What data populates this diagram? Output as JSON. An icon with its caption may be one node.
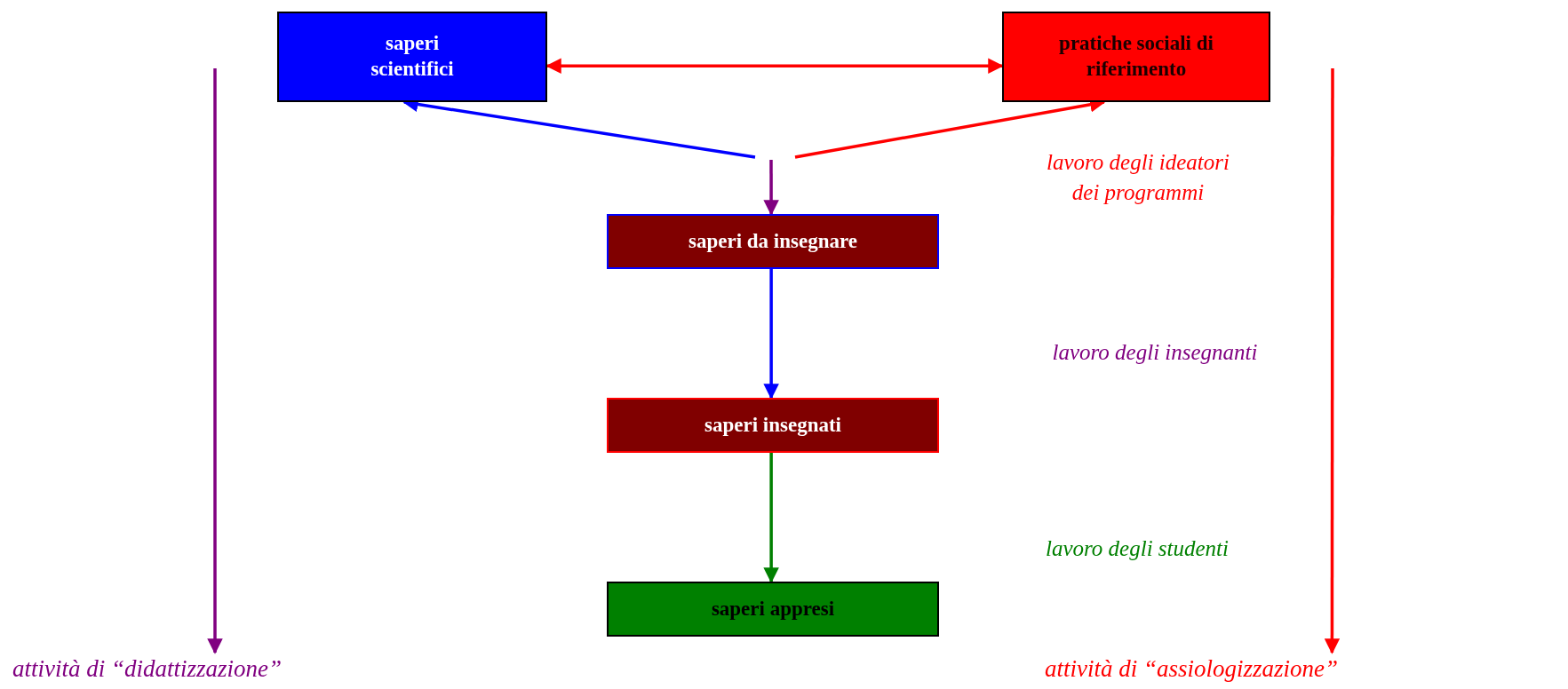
{
  "diagram": {
    "nodes": [
      {
        "text": [
          "saperi scientifici"
        ]
      },
      {
        "text": [
          "pratiche sociali di riferimento"
        ]
      },
      {
        "text": [
          "saperi da insegnare"
        ]
      },
      {
        "text": [
          "saperi insegnati"
        ]
      },
      {
        "text": [
          "saperi appresi"
        ]
      },
      {
        "text": [
          "attività di “didattizzazione”"
        ]
      },
      {
        "text": [
          "attività di “assiologizzazione”"
        ]
      }
    ],
    "edges": [
      {
        "from": 0,
        "to": 1,
        "arrow": "both"
      },
      {
        "from": null,
        "to": 0,
        "arrow": "to",
        "color": "#0000ff"
      },
      {
        "from": null,
        "to": 1,
        "arrow": "to"
      },
      {
        "from": null,
        "to": 2,
        "arrow": "to",
        "color": "#800080"
      },
      {
        "from": 2,
        "to": 3,
        "arrow": "to",
        "color": "#0000ff"
      },
      {
        "from": 3,
        "to": 4,
        "arrow": "to",
        "color": "#008000"
      },
      {
        "from": null,
        "to": 5,
        "arrow": "to",
        "color": "#800080"
      },
      {
        "from": null,
        "to": 6,
        "arrow": "to"
      }
    ],
    "labels": [
      "lavoro degli ideatori dei programmi",
      "lavoro degli insegnanti",
      "lavoro degli studenti"
    ]
  }
}
